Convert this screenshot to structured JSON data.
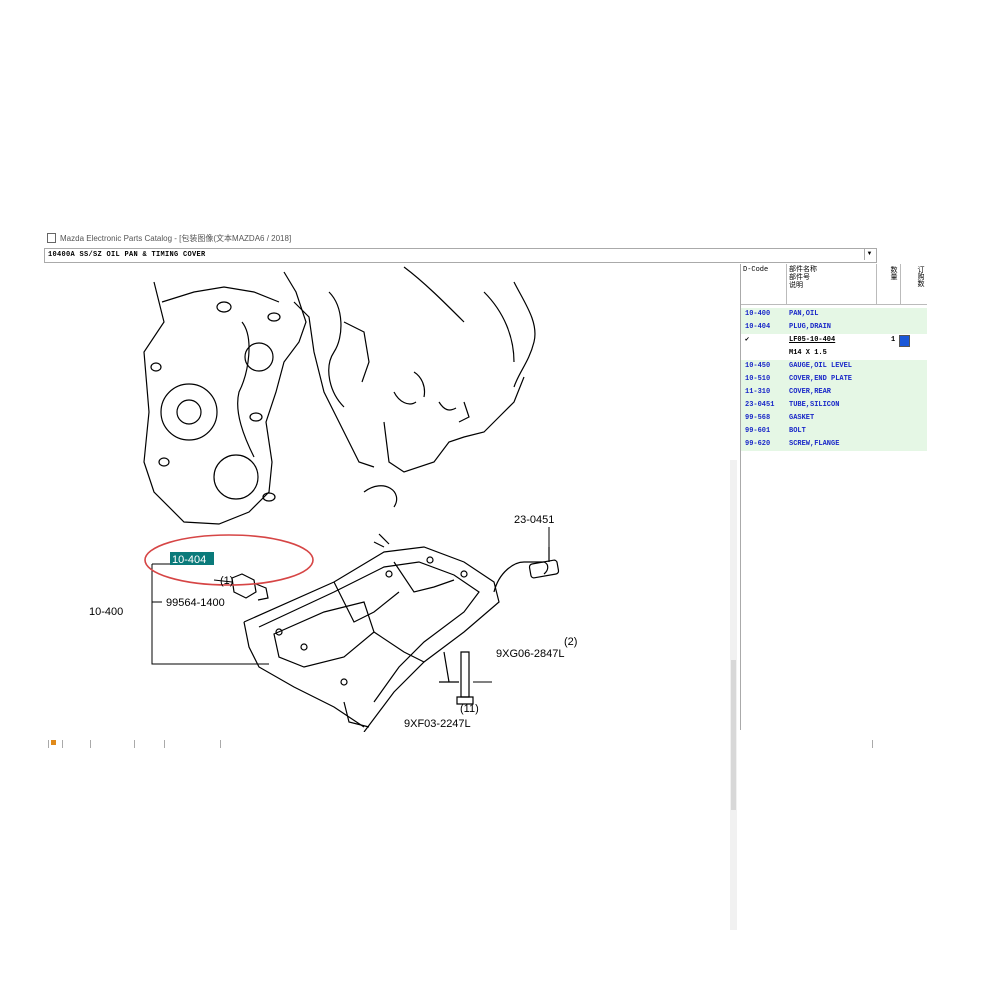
{
  "window": {
    "title": "Mazda Electronic Parts Catalog - [包装图像(文本MAZDA6 / 2018]",
    "path": "10400A  SS/SZ OIL PAN & TIMING COVER"
  },
  "diagram": {
    "callouts": {
      "drain_plug": "10-404",
      "drain_plug_qty": "(1)",
      "gasket": "99564-1400",
      "assembly": "10-400",
      "tube": "23-0451",
      "bolt": "9XG06-2847L",
      "bolt_qty": "(2)",
      "screw": "9XF03-2247L",
      "screw_qty": "(11)"
    },
    "highlight_color": "#d64545"
  },
  "parts_panel": {
    "headers": {
      "code": "D-Code",
      "name": "部件名称\n部件号\n说明",
      "qty": "数量",
      "order": "订购数"
    },
    "rows": [
      {
        "code": "10-400",
        "name": "PAN,OIL",
        "green": true
      },
      {
        "code": "10-404",
        "name": "PLUG,DRAIN",
        "green": true
      },
      {
        "code": "",
        "name": "LF05-10-404",
        "qty": "1",
        "green": false,
        "sub": true
      },
      {
        "code": "",
        "name": "M14 X 1.5",
        "green": false,
        "sub": true
      },
      {
        "code": "10-450",
        "name": "GAUGE,OIL LEVEL",
        "green": true
      },
      {
        "code": "10-510",
        "name": "COVER,END PLATE",
        "green": true
      },
      {
        "code": "11-310",
        "name": "COVER,REAR",
        "green": true
      },
      {
        "code": "23-0451",
        "name": "TUBE,SILICON",
        "green": true
      },
      {
        "code": "99-568",
        "name": "GASKET",
        "green": true
      },
      {
        "code": "99-601",
        "name": "BOLT",
        "green": true
      },
      {
        "code": "99-620",
        "name": "SCREW,FLANGE",
        "green": true
      }
    ]
  },
  "statusbar": {
    "items": [
      "",
      "",
      "",
      "",
      "",
      ""
    ]
  }
}
